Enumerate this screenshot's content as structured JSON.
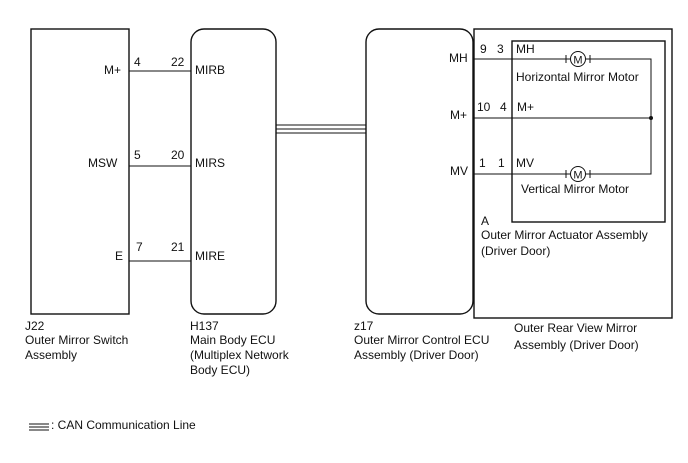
{
  "switch_assembly": {
    "code": "J22",
    "name_line1": "Outer Mirror Switch",
    "name_line2": "Assembly",
    "pins": [
      {
        "label": "M+",
        "num": "4"
      },
      {
        "label": "MSW",
        "num": "5"
      },
      {
        "label": "E",
        "num": "7"
      }
    ]
  },
  "body_ecu": {
    "code": "H137",
    "name_line1": "Main Body ECU",
    "name_line2": "(Multiplex Network",
    "name_line3": "Body ECU)",
    "pins": [
      {
        "label": "MIRB",
        "num": "22"
      },
      {
        "label": "MIRS",
        "num": "20"
      },
      {
        "label": "MIRE",
        "num": "21"
      }
    ]
  },
  "control_ecu": {
    "code": "z17",
    "name_line1": "Outer Mirror Control ECU",
    "name_line2": "Assembly (Driver Door)",
    "pins": [
      {
        "label": "MH",
        "num": "9"
      },
      {
        "label": "M+",
        "num": "10"
      },
      {
        "label": "MV",
        "num": "1"
      }
    ]
  },
  "actuator": {
    "code": "A",
    "name_line1": "Outer Mirror Actuator Assembly",
    "name_line2": "(Driver Door)",
    "pins": [
      {
        "label": "MH",
        "num": "3"
      },
      {
        "label": "M+",
        "num": "4"
      },
      {
        "label": "MV",
        "num": "1"
      }
    ],
    "motor_symbol": "M",
    "horizontal_motor": "Horizontal Mirror Motor",
    "vertical_motor": "Vertical Mirror Motor"
  },
  "rear_view_mirror": {
    "name_line1": "Outer Rear View Mirror",
    "name_line2": "Assembly (Driver Door)"
  },
  "legend": {
    "can_line": ": CAN Communication Line"
  }
}
